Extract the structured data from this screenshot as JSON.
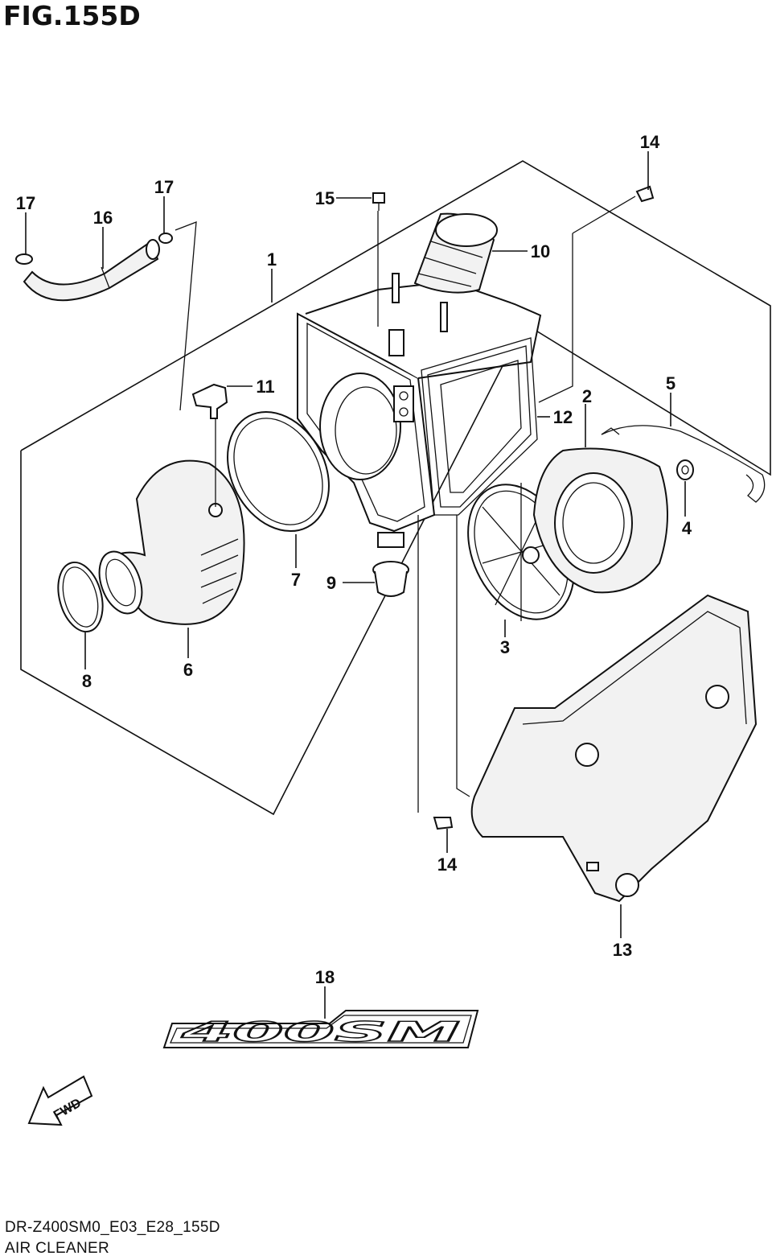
{
  "title": "FIG.155D",
  "footer": {
    "code": "DR-Z400SM0_E03_E28_155D",
    "name": "AIR CLEANER"
  },
  "direction_tag": "FWD",
  "decal_text": "400SM",
  "labels": {
    "l1": "1",
    "l2": "2",
    "l3": "3",
    "l4": "4",
    "l5": "5",
    "l6": "6",
    "l7": "7",
    "l8": "8",
    "l9": "9",
    "l10": "10",
    "l11": "11",
    "l12": "12",
    "l13": "13",
    "l14a": "14",
    "l14b": "14",
    "l15": "15",
    "l16": "16",
    "l17a": "17",
    "l17b": "17",
    "l18": "18"
  }
}
